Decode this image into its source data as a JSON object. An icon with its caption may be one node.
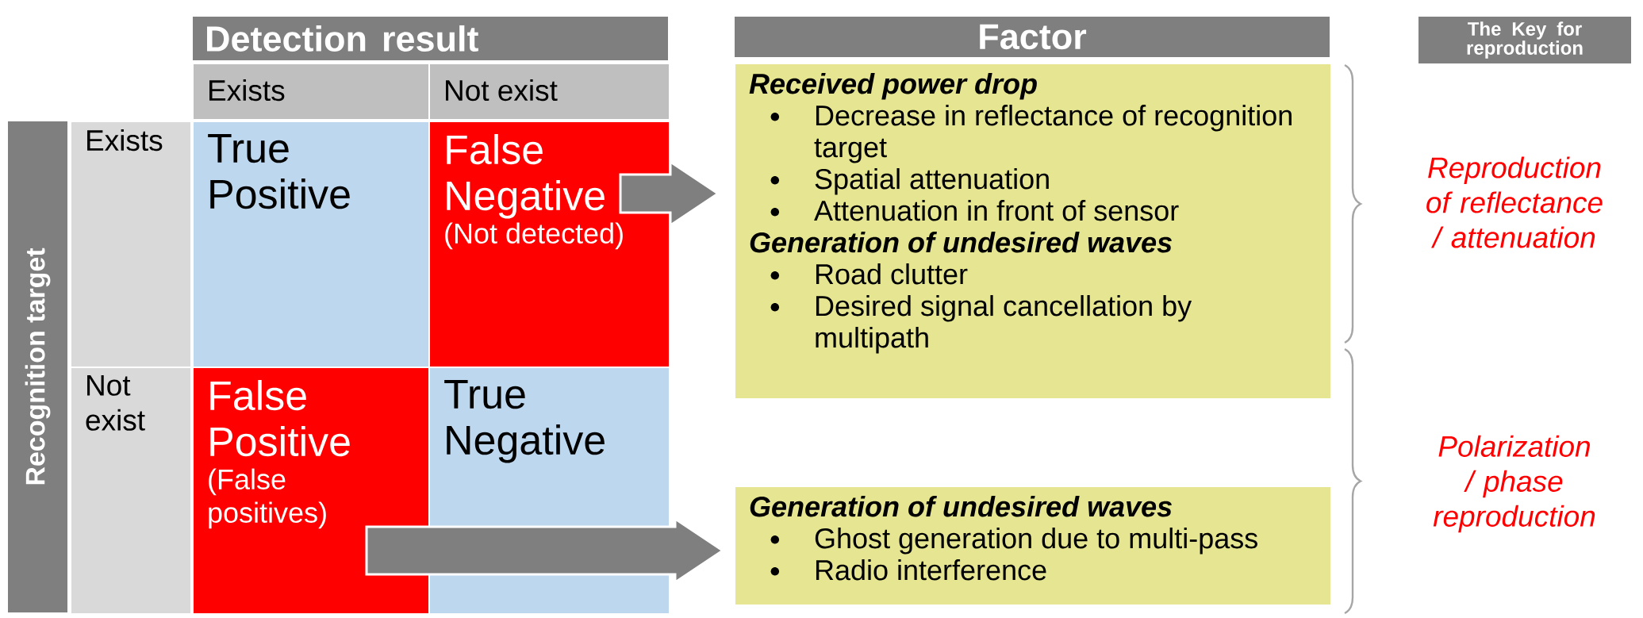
{
  "diagram": {
    "nodes": [
      {
        "text": [
          "Detection result"
        ]
      },
      {
        "text": [
          "Factor"
        ]
      },
      {
        "text": [
          "The Key for reproduction"
        ]
      },
      {
        "text": [
          "Exists"
        ]
      },
      {
        "text": [
          "Not exist"
        ]
      },
      {
        "text": [
          "Recognition target"
        ]
      },
      {
        "text": [
          "Exists"
        ]
      },
      {
        "text": [
          "True Positive"
        ]
      },
      {
        "text": [
          "False Negative",
          "(Not detected)"
        ]
      },
      {
        "text": [
          "Received power drop",
          "Decrease in reflectance of recognition target",
          "Spatial attenuation",
          "Attenuation in front of sensor",
          "Generation of undesired waves",
          "Road clutter",
          "Desired signal cancellation by multipath"
        ]
      },
      {
        "text": [
          "Not exist"
        ]
      },
      {
        "text": [
          "False Positive",
          "(False positives)"
        ]
      },
      {
        "text": [
          "True Negative"
        ]
      },
      {
        "text": [
          "Generation of undesired waves",
          "Ghost generation due to multi-pass",
          "Radio interference"
        ]
      }
    ],
    "edges": [
      {
        "from": 8,
        "to": 9,
        "arrow": "to"
      },
      {
        "from": 11,
        "to": 13,
        "arrow": "to"
      }
    ],
    "labels": [
      "Reproduction of reflectance / attenuation",
      "Polarization / phase reproduction"
    ]
  }
}
